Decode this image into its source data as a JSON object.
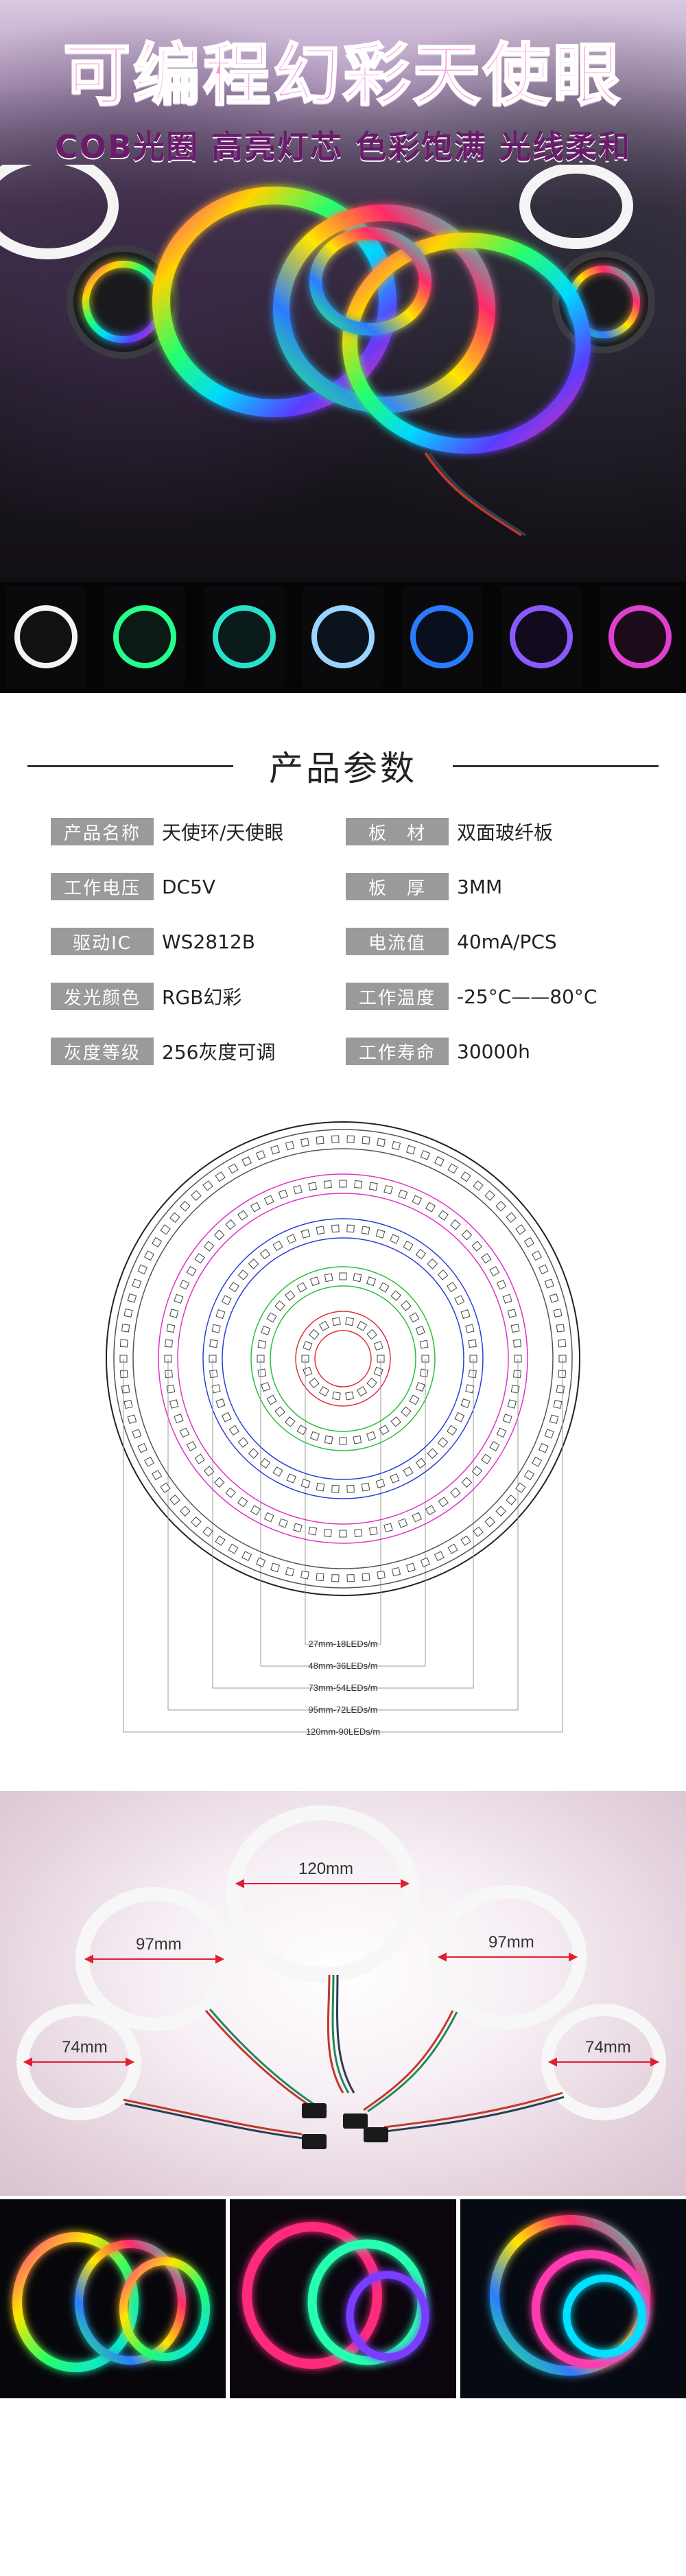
{
  "hero": {
    "title": "可编程幻彩天使眼",
    "subtitle": "COB光圈 高亮灯芯 色彩饱满 光线柔和",
    "accent_colors": [
      "#ff1f8a",
      "#d62bd9",
      "#00e0ff",
      "#27ff6a",
      "#ffe600"
    ]
  },
  "specs": {
    "title": "产品参数",
    "rows": [
      [
        {
          "label": "产品名称",
          "value": "天使环/天使眼"
        },
        {
          "label": "板　材",
          "value": "双面玻纤板"
        }
      ],
      [
        {
          "label": "工作电压",
          "value": "DC5V"
        },
        {
          "label": "板　厚",
          "value": "3MM"
        }
      ],
      [
        {
          "label": "驱动IC",
          "value": "WS2812B"
        },
        {
          "label": "电流值",
          "value": "40mA/PCS"
        }
      ],
      [
        {
          "label": "发光颜色",
          "value": "RGB幻彩"
        },
        {
          "label": "工作温度",
          "value": "-25°C——80°C"
        }
      ],
      [
        {
          "label": "灰度等级",
          "value": "256灰度可调"
        },
        {
          "label": "工作寿命",
          "value": "30000h"
        }
      ]
    ]
  },
  "diagram": {
    "rings": [
      {
        "label": "27mm-18LEDs/m",
        "color": "#e0303c"
      },
      {
        "label": "48mm-36LEDs/m",
        "color": "#2bbf3a"
      },
      {
        "label": "73mm-54LEDs/m",
        "color": "#2a3fd8"
      },
      {
        "label": "95mm-72LEDs/m",
        "color": "#e034c8"
      },
      {
        "label": "120mm-90LEDs/m",
        "color": "#555555"
      }
    ]
  },
  "product": {
    "sizes": [
      "120mm",
      "97mm",
      "97mm",
      "74mm",
      "74mm"
    ]
  }
}
